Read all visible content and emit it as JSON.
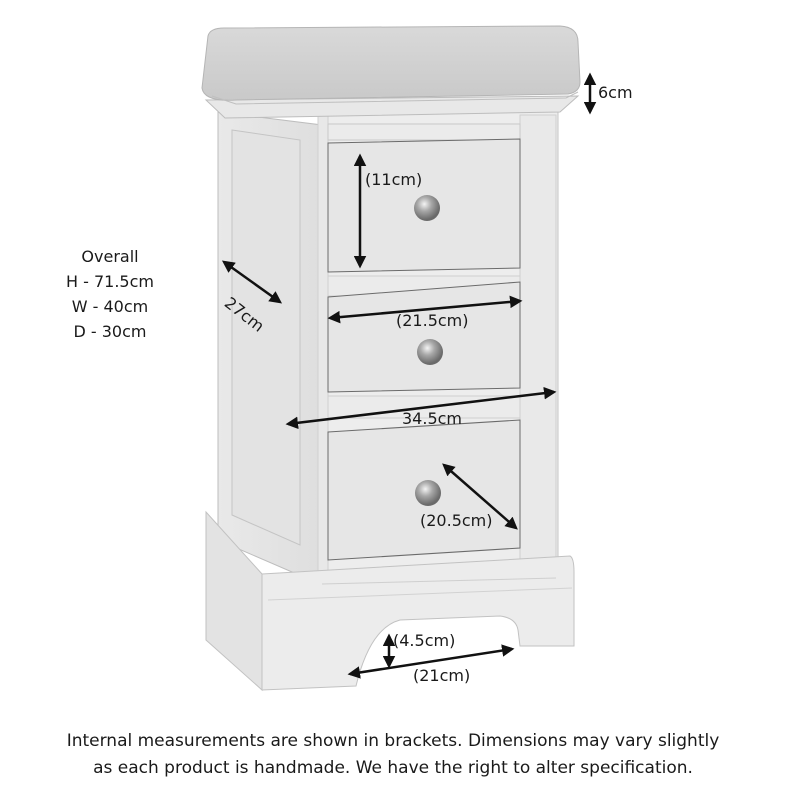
{
  "product": {
    "name": "3 drawer bedside cabinet",
    "colors": {
      "top": "#d6d6d6",
      "body": "#ececec",
      "panel": "#e4e4e4",
      "edge": "#8a8a8a",
      "knob": "#9a9a9a",
      "arrow": "#111111"
    }
  },
  "overall": {
    "title": "Overall",
    "height": "H - 71.5cm",
    "width": "W - 40cm",
    "depth": "D - 30cm"
  },
  "dimensions": {
    "top_thickness": "6cm",
    "drawer_height": "(11cm)",
    "side_depth": "27cm",
    "drawer_width": "(21.5cm)",
    "carcass_width": "34.5cm",
    "drawer_depth": "(20.5cm)",
    "plinth_cutout_height": "(4.5cm)",
    "plinth_cutout_width": "(21cm)"
  },
  "footer_note": {
    "line1": "Internal measurements are shown in brackets. Dimensions may vary slightly",
    "line2": "as each product is handmade. We have the right to alter specification."
  }
}
